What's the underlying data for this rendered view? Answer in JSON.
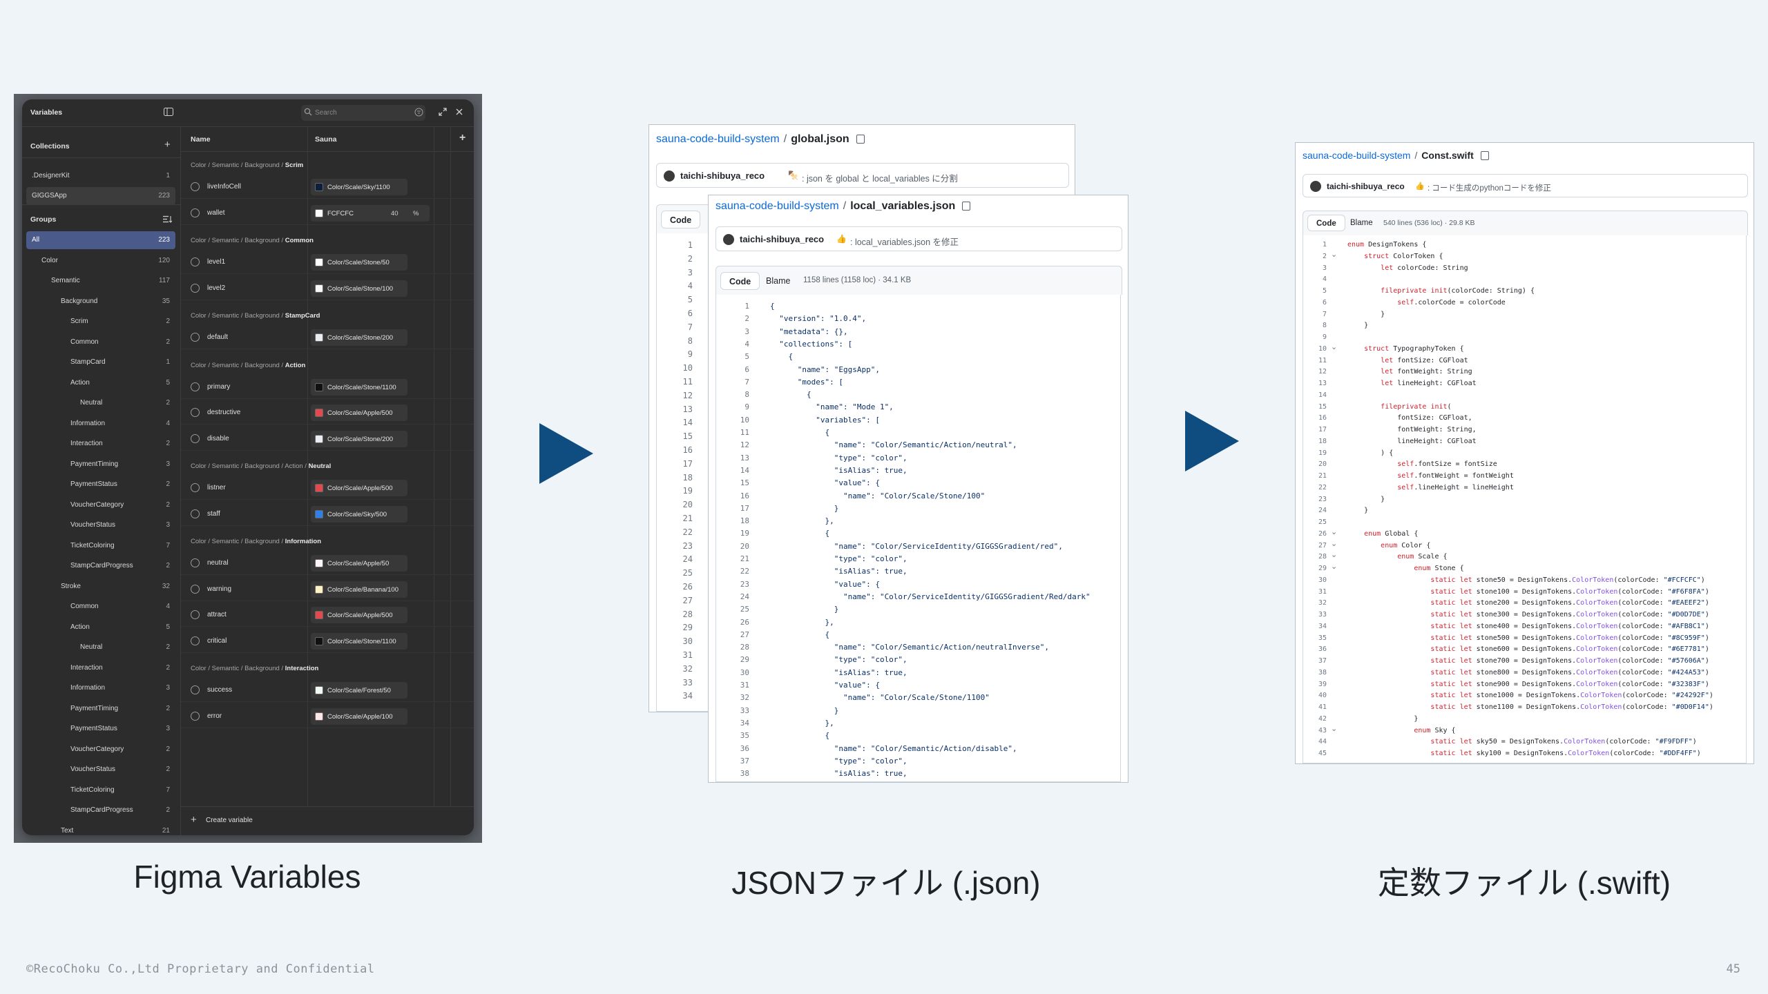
{
  "figma": {
    "title": "Variables",
    "search_placeholder": "Search",
    "collections_label": "Collections",
    "collections": [
      {
        "name": ".DesignerKit",
        "count": "1"
      },
      {
        "name": "GIGGSApp",
        "count": "223"
      }
    ],
    "groups_label": "Groups",
    "groups": [
      {
        "name": "All",
        "count": "223",
        "level": 0
      },
      {
        "name": "Color",
        "count": "120",
        "level": 1
      },
      {
        "name": "Semantic",
        "count": "117",
        "level": 2
      },
      {
        "name": "Background",
        "count": "35",
        "level": 3
      },
      {
        "name": "Scrim",
        "count": "2",
        "level": 4
      },
      {
        "name": "Common",
        "count": "2",
        "level": 4
      },
      {
        "name": "StampCard",
        "count": "1",
        "level": 4
      },
      {
        "name": "Action",
        "count": "5",
        "level": 4
      },
      {
        "name": "Neutral",
        "count": "2",
        "level": 5
      },
      {
        "name": "Information",
        "count": "4",
        "level": 4
      },
      {
        "name": "Interaction",
        "count": "2",
        "level": 4
      },
      {
        "name": "PaymentTiming",
        "count": "3",
        "level": 4
      },
      {
        "name": "PaymentStatus",
        "count": "2",
        "level": 4
      },
      {
        "name": "VoucherCategory",
        "count": "2",
        "level": 4
      },
      {
        "name": "VoucherStatus",
        "count": "3",
        "level": 4
      },
      {
        "name": "TicketColoring",
        "count": "7",
        "level": 4
      },
      {
        "name": "StampCardProgress",
        "count": "2",
        "level": 4
      },
      {
        "name": "Stroke",
        "count": "32",
        "level": 3
      },
      {
        "name": "Common",
        "count": "4",
        "level": 4
      },
      {
        "name": "Action",
        "count": "5",
        "level": 4
      },
      {
        "name": "Neutral",
        "count": "2",
        "level": 5
      },
      {
        "name": "Interaction",
        "count": "2",
        "level": 4
      },
      {
        "name": "Information",
        "count": "3",
        "level": 4
      },
      {
        "name": "PaymentTiming",
        "count": "2",
        "level": 4
      },
      {
        "name": "PaymentStatus",
        "count": "3",
        "level": 4
      },
      {
        "name": "VoucherCategory",
        "count": "2",
        "level": 4
      },
      {
        "name": "VoucherStatus",
        "count": "2",
        "level": 4
      },
      {
        "name": "TicketColoring",
        "count": "7",
        "level": 4
      },
      {
        "name": "StampCardProgress",
        "count": "2",
        "level": 4
      },
      {
        "name": "Text",
        "count": "21",
        "level": 3
      }
    ],
    "col_name": "Name",
    "col_mode": "Sauna",
    "sections": [
      {
        "path": "Color / Semantic / Background / ",
        "leaf": "Scrim",
        "vars": [
          {
            "name": "liveInfoCell",
            "value": "Color/Scale/Sky/1100",
            "swatch": "#0d1f3a"
          },
          {
            "name": "wallet",
            "value": "FCFCFC",
            "swatch": "#fcfcfc",
            "percent": "40",
            "unit": "%"
          }
        ]
      },
      {
        "path": "Color / Semantic / Background / ",
        "leaf": "Common",
        "vars": [
          {
            "name": "level1",
            "value": "Color/Scale/Stone/50",
            "swatch": "#ffffff"
          },
          {
            "name": "level2",
            "value": "Color/Scale/Stone/100",
            "swatch": "#f6f8fa"
          }
        ]
      },
      {
        "path": "Color / Semantic / Background / ",
        "leaf": "StampCard",
        "vars": [
          {
            "name": "default",
            "value": "Color/Scale/Stone/200",
            "swatch": "#eaeef2"
          }
        ]
      },
      {
        "path": "Color / Semantic / Background / ",
        "leaf": "Action",
        "vars": [
          {
            "name": "primary",
            "value": "Color/Scale/Stone/1100",
            "swatch": "#111111"
          },
          {
            "name": "destructive",
            "value": "Color/Scale/Apple/500",
            "swatch": "#e5484d"
          },
          {
            "name": "disable",
            "value": "Color/Scale/Stone/200",
            "swatch": "#eaeef2"
          }
        ]
      },
      {
        "path": "Color / Semantic / Background / Action / ",
        "leaf": "Neutral",
        "vars": [
          {
            "name": "listner",
            "value": "Color/Scale/Apple/500",
            "swatch": "#e5484d"
          },
          {
            "name": "staff",
            "value": "Color/Scale/Sky/500",
            "swatch": "#2f80ed"
          }
        ]
      },
      {
        "path": "Color / Semantic / Background / ",
        "leaf": "Information",
        "vars": [
          {
            "name": "neutral",
            "value": "Color/Scale/Apple/50",
            "swatch": "#fff5f5"
          },
          {
            "name": "warning",
            "value": "Color/Scale/Banana/100",
            "swatch": "#fff3c4"
          },
          {
            "name": "attract",
            "value": "Color/Scale/Apple/500",
            "swatch": "#e5484d"
          },
          {
            "name": "critical",
            "value": "Color/Scale/Stone/1100",
            "swatch": "#111111"
          }
        ]
      },
      {
        "path": "Color / Semantic / Background / ",
        "leaf": "Interaction",
        "vars": [
          {
            "name": "success",
            "value": "Color/Scale/Forest/50",
            "swatch": "#f2fbf4"
          },
          {
            "name": "error",
            "value": "Color/Scale/Apple/100",
            "swatch": "#ffe5e5"
          }
        ]
      }
    ],
    "create_label": "Create variable"
  },
  "gh1": {
    "repo": "sauna-code-build-system",
    "sep": "/",
    "file": "global.json",
    "user": "taichi-shibuya_reco",
    "emoji": "🍢",
    "message": ":  json を global と local_variables に分割",
    "tab_code": "Code",
    "lines": [
      "1",
      "2",
      "3",
      "4",
      "5",
      "6",
      "7",
      "8",
      "9",
      "10",
      "11",
      "12",
      "13",
      "14",
      "15",
      "16",
      "17",
      "18",
      "19",
      "20",
      "21",
      "22",
      "23",
      "24",
      "25",
      "26",
      "27",
      "28",
      "29",
      "30",
      "31",
      "32",
      "33",
      "34"
    ]
  },
  "gh2": {
    "repo": "sauna-code-build-system",
    "sep": "/",
    "file": "local_variables.json",
    "user": "taichi-shibuya_reco",
    "emoji": "👍",
    "message": ":  local_variables.json を修正",
    "tab_code": "Code",
    "tab_blame": "Blame",
    "info": "1158 lines (1158 loc) · 34.1 KB",
    "code": [
      "{",
      "  \"version\": \"1.0.4\",",
      "  \"metadata\": {},",
      "  \"collections\": [",
      "    {",
      "      \"name\": \"EggsApp\",",
      "      \"modes\": [",
      "        {",
      "          \"name\": \"Mode 1\",",
      "          \"variables\": [",
      "            {",
      "              \"name\": \"Color/Semantic/Action/neutral\",",
      "              \"type\": \"color\",",
      "              \"isAlias\": true,",
      "              \"value\": {",
      "                \"name\": \"Color/Scale/Stone/100\"",
      "              }",
      "            },",
      "            {",
      "              \"name\": \"Color/ServiceIdentity/GIGGSGradient/red\",",
      "              \"type\": \"color\",",
      "              \"isAlias\": true,",
      "              \"value\": {",
      "                \"name\": \"Color/ServiceIdentity/GIGGSGradient/Red/dark\"",
      "              }",
      "            },",
      "            {",
      "              \"name\": \"Color/Semantic/Action/neutralInverse\",",
      "              \"type\": \"color\",",
      "              \"isAlias\": true,",
      "              \"value\": {",
      "                \"name\": \"Color/Scale/Stone/1100\"",
      "              }",
      "            },",
      "            {",
      "              \"name\": \"Color/Semantic/Action/disable\",",
      "              \"type\": \"color\",",
      "              \"isAlias\": true,"
    ]
  },
  "gh3": {
    "repo": "sauna-code-build-system",
    "sep": "/",
    "file": "Const.swift",
    "user": "taichi-shibuya_reco",
    "emoji": "👍",
    "message": ":  コード生成のpythonコードを修正",
    "tab_code": "Code",
    "tab_blame": "Blame",
    "info": "540 lines (536 loc) · 29.8 KB",
    "code": [
      "enum DesignTokens {",
      "    struct ColorToken {",
      "        let colorCode: String",
      "",
      "        fileprivate init(colorCode: String) {",
      "            self.colorCode = colorCode",
      "        }",
      "    }",
      "",
      "    struct TypographyToken {",
      "        let fontSize: CGFloat",
      "        let fontWeight: String",
      "        let lineHeight: CGFloat",
      "",
      "        fileprivate init(",
      "            fontSize: CGFloat,",
      "            fontWeight: String,",
      "            lineHeight: CGFloat",
      "        ) {",
      "            self.fontSize = fontSize",
      "            self.fontWeight = fontWeight",
      "            self.lineHeight = lineHeight",
      "        }",
      "    }",
      "",
      "    enum Global {",
      "        enum Color {",
      "            enum Scale {",
      "                enum Stone {",
      "                    static let stone50 = DesignTokens.ColorToken(colorCode: \"#FCFCFC\")",
      "                    static let stone100 = DesignTokens.ColorToken(colorCode: \"#F6F8FA\")",
      "                    static let stone200 = DesignTokens.ColorToken(colorCode: \"#EAEEF2\")",
      "                    static let stone300 = DesignTokens.ColorToken(colorCode: \"#D0D7DE\")",
      "                    static let stone400 = DesignTokens.ColorToken(colorCode: \"#AFB8C1\")",
      "                    static let stone500 = DesignTokens.ColorToken(colorCode: \"#8C959F\")",
      "                    static let stone600 = DesignTokens.ColorToken(colorCode: \"#6E7781\")",
      "                    static let stone700 = DesignTokens.ColorToken(colorCode: \"#57606A\")",
      "                    static let stone800 = DesignTokens.ColorToken(colorCode: \"#424A53\")",
      "                    static let stone900 = DesignTokens.ColorToken(colorCode: \"#32383F\")",
      "                    static let stone1000 = DesignTokens.ColorToken(colorCode: \"#24292F\")",
      "                    static let stone1100 = DesignTokens.ColorToken(colorCode: \"#0D0F14\")",
      "                }",
      "                enum Sky {",
      "                    static let sky50 = DesignTokens.ColorToken(colorCode: \"#F9FDFF\")",
      "                    static let sky100 = DesignTokens.ColorToken(colorCode: \"#DDF4FF\")"
    ],
    "fold_lines": [
      2,
      10,
      26,
      27,
      28,
      29,
      43
    ]
  },
  "captions": {
    "figma": "Figma Variables",
    "json": "JSONファイル (.json)",
    "swift": "定数ファイル (.swift)"
  },
  "footer": "©RecoChoku Co.,Ltd Proprietary and Confidential",
  "page_number": "45",
  "colors": {
    "arrow": "#0f4d80",
    "link": "#0969da",
    "slide_bg": "#eef4f8"
  }
}
